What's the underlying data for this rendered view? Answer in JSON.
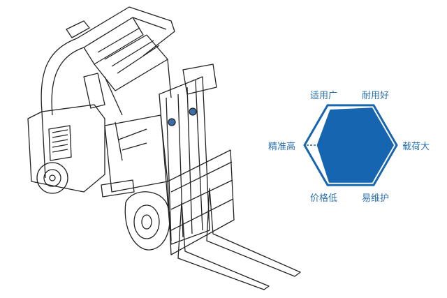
{
  "radar": {
    "color": "#1565b0",
    "axes": [
      {
        "label": "耐用好",
        "value": 1.0
      },
      {
        "label": "载荷大",
        "value": 1.0
      },
      {
        "label": "易维护",
        "value": 1.0
      },
      {
        "label": "价格低",
        "value": 1.0
      },
      {
        "label": "精准高",
        "value": 0.78
      },
      {
        "label": "适用广",
        "value": 0.95
      }
    ]
  }
}
